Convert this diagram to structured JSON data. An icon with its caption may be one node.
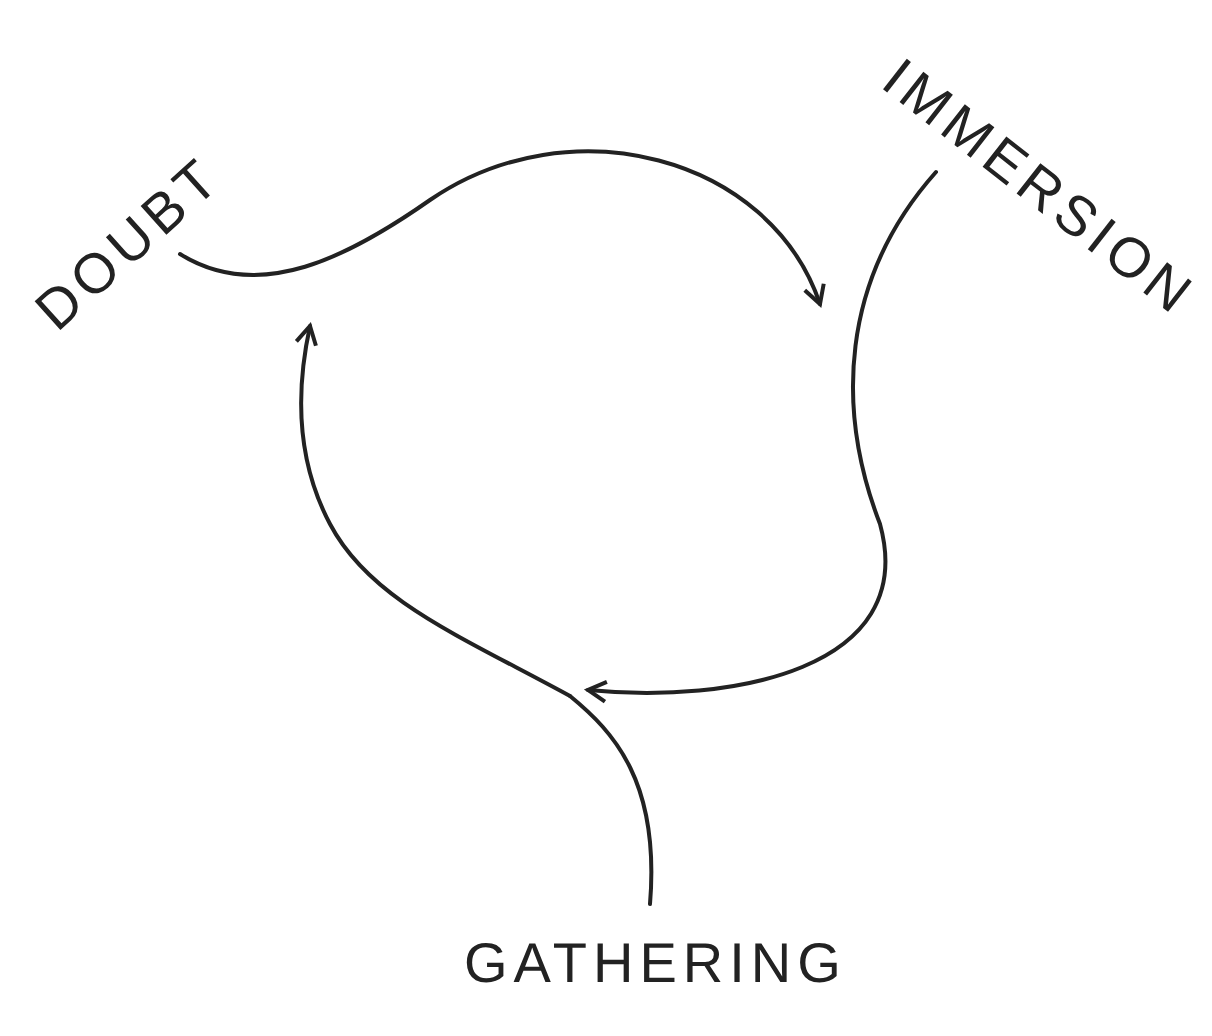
{
  "diagram": {
    "nodes": [
      {
        "text": [
          "DOUBT"
        ]
      },
      {
        "text": [
          "IMMERSION"
        ]
      },
      {
        "text": [
          "GATHERING"
        ]
      }
    ],
    "edges": [
      {
        "from": 0,
        "to": 1,
        "arrow": "to"
      },
      {
        "from": 1,
        "to": 2,
        "arrow": "to"
      },
      {
        "from": 2,
        "to": 0,
        "arrow": "to"
      }
    ]
  }
}
